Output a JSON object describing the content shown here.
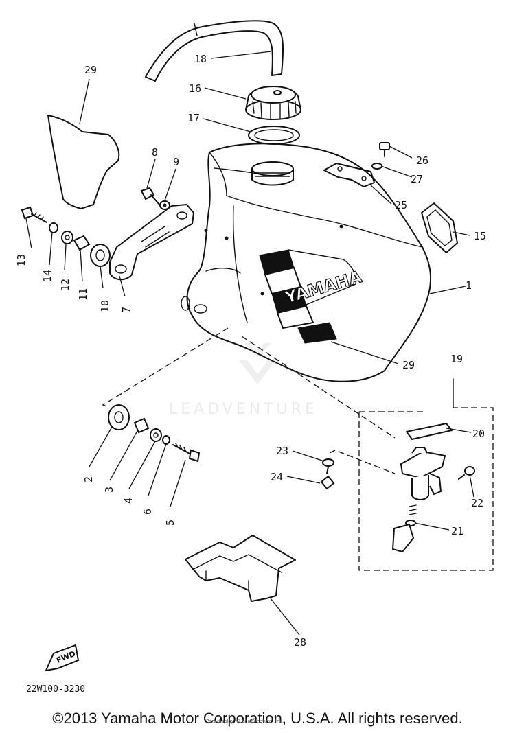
{
  "diagram": {
    "labels": {
      "p1": "1",
      "p2": "2",
      "p3": "3",
      "p4": "4",
      "p5": "5",
      "p6": "6",
      "p7": "7",
      "p8": "8",
      "p9": "9",
      "p10": "10",
      "p11": "11",
      "p12": "12",
      "p13": "13",
      "p14": "14",
      "p15": "15",
      "p16": "16",
      "p17": "17",
      "p18": "18",
      "p19": "19",
      "p20": "20",
      "p21": "21",
      "p22": "22",
      "p23": "23",
      "p24": "24",
      "p25": "25",
      "p26": "26",
      "p27": "27",
      "p28": "28",
      "p29a": "29",
      "p29b": "29"
    },
    "tank_brand": "YAMAHA",
    "fwd_mark": "FWD",
    "drawing_code": "22W100-3230",
    "watermark": "LEADVENTURE"
  },
  "footer": {
    "copyright": "©2013 Yamaha Motor Corporation, U.S.A. All rights reserved.",
    "subnote": "Part display © LeadVenture, Inc."
  }
}
